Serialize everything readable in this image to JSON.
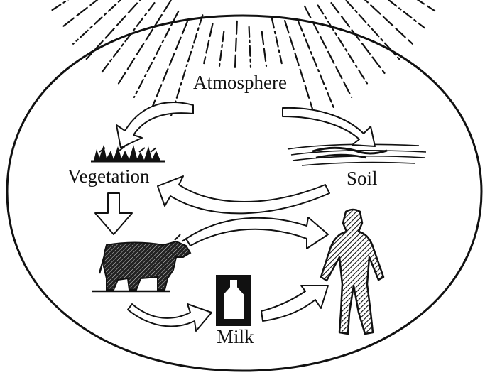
{
  "diagram": {
    "labels": {
      "atmosphere": "Atmosphere",
      "vegetation": "Vegetation",
      "soil": "Soil",
      "milk": "Milk"
    },
    "colors": {
      "ink": "#111111",
      "paper": "#ffffff"
    },
    "icons": [
      "rays-icon",
      "vegetation-icon",
      "soil-icon",
      "cow-icon",
      "milk-bottle-icon",
      "human-icon"
    ],
    "arrows": [
      {
        "from": "Atmosphere",
        "to": "Vegetation"
      },
      {
        "from": "Atmosphere",
        "to": "Soil"
      },
      {
        "from": "Soil",
        "to": "Vegetation"
      },
      {
        "from": "Vegetation",
        "to": "Cow"
      },
      {
        "from": "Cow",
        "to": "Human"
      },
      {
        "from": "Cow",
        "to": "Milk"
      },
      {
        "from": "Milk",
        "to": "Human"
      }
    ]
  }
}
